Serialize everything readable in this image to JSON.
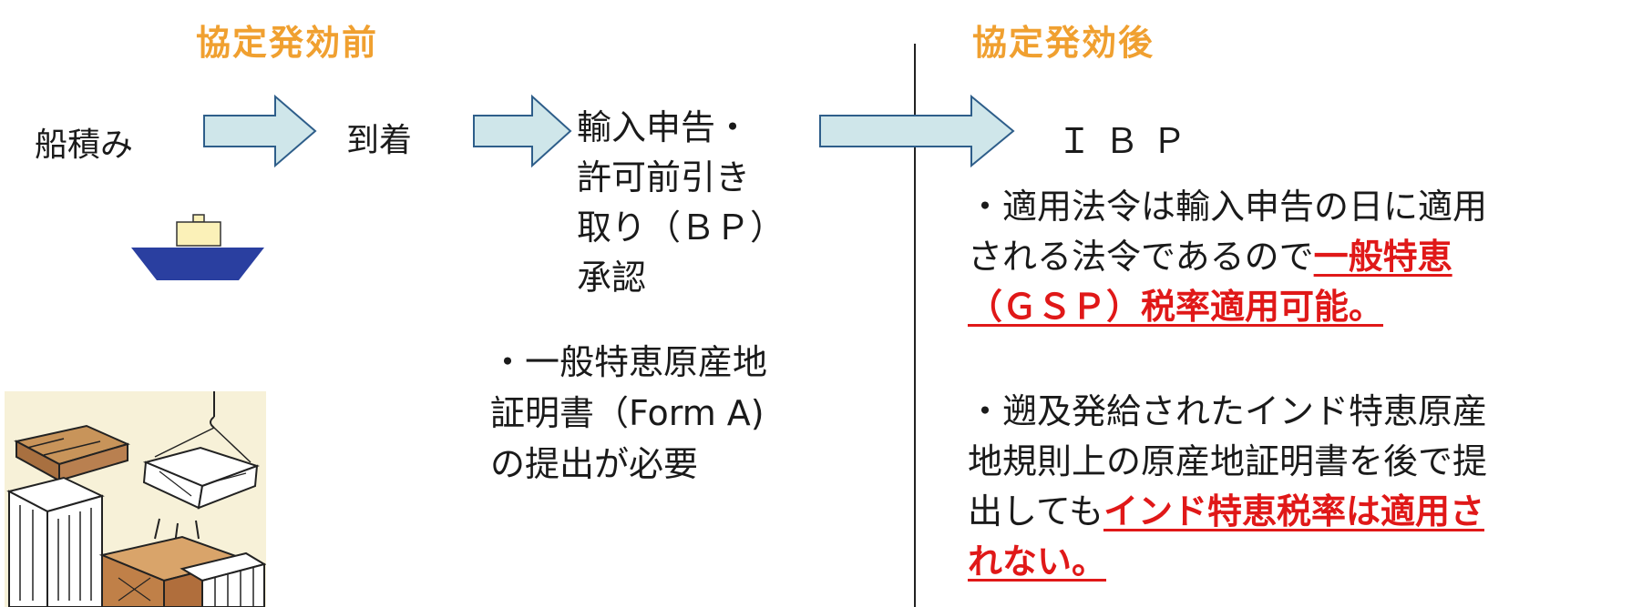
{
  "before": {
    "heading": "協定発効前",
    "steps": [
      "船積み",
      "到着"
    ],
    "bp_label": [
      "輸入申告・",
      "許可前引き",
      "取り（ＢＰ）",
      "承認"
    ],
    "requirement": [
      "・一般特恵原産地",
      "証明書（Form A)",
      "の提出が必要"
    ]
  },
  "after": {
    "heading": "協定発効後",
    "ibp_label": "ＩＢＰ",
    "note1_plain": [
      "・適用法令は輸入申告の日に適用",
      "される法令であるので"
    ],
    "note1_emph": [
      "一般特恵",
      "（ＧＳＰ）税率適用可能。"
    ],
    "note2_plain": [
      "・遡及発給されたインド特恵原産",
      "地規則上の原産地証明書を後で提",
      "出しても"
    ],
    "note2_emph": [
      "インド特恵税率は適用さ",
      "れない。"
    ]
  },
  "colors": {
    "heading": "#f0a030",
    "emphasis": "#e01818",
    "arrow_fill": "#cfe6ea",
    "arrow_stroke": "#2e5e8a",
    "ship_hull": "#2a3fa0",
    "ship_cabin": "#fbf1b8"
  },
  "icons": [
    "ship-icon",
    "cargo-crates-illustration"
  ]
}
